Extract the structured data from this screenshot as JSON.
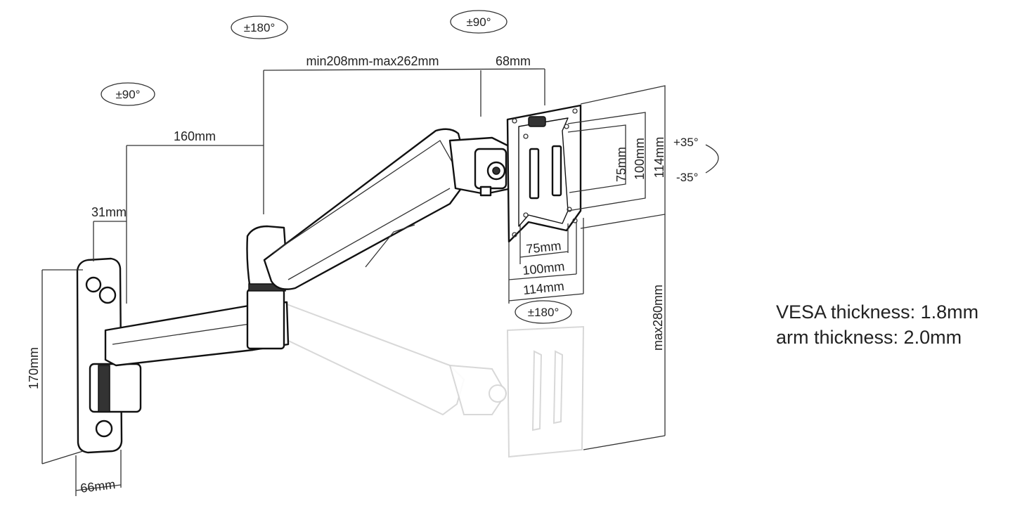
{
  "rotations": {
    "arm_base": "±90°",
    "arm_joint": "±180°",
    "head_tilt_top": "±90°",
    "plate": "±180°",
    "tilt_up": "+35°",
    "tilt_down": "-35°"
  },
  "dimensions": {
    "reach": "min208mm-max262mm",
    "head_depth": "68mm",
    "arm_length": "160mm",
    "offset": "31mm",
    "bracket_height": "170mm",
    "bracket_width": "66mm",
    "vesa_v_small": "75mm",
    "vesa_v_mid": "100mm",
    "vesa_v_large": "114mm",
    "vesa_h_small": "75mm",
    "vesa_h_mid": "100mm",
    "vesa_h_large": "114mm",
    "height_travel": "max280mm"
  },
  "specs": {
    "vesa_thickness": "VESA thickness: 1.8mm",
    "arm_thickness": "arm thickness: 2.0mm"
  }
}
